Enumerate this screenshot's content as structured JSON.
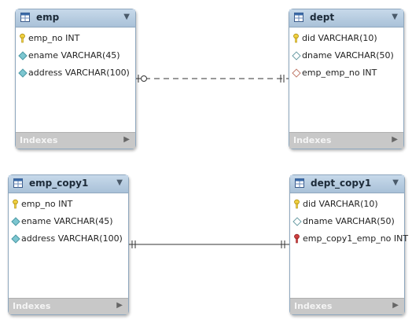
{
  "tables": [
    {
      "name": "emp",
      "footer": "Indexes",
      "columns": [
        {
          "text": "emp_no INT",
          "icon": "primary-key-icon"
        },
        {
          "text": "ename VARCHAR(45)",
          "icon": "column-icon"
        },
        {
          "text": "address VARCHAR(100)",
          "icon": "column-icon"
        }
      ]
    },
    {
      "name": "dept",
      "footer": "Indexes",
      "columns": [
        {
          "text": "did VARCHAR(10)",
          "icon": "primary-key-icon"
        },
        {
          "text": "dname VARCHAR(50)",
          "icon": "nullable-column-icon"
        },
        {
          "text": "emp_emp_no INT",
          "icon": "foreign-key-column-icon"
        }
      ]
    },
    {
      "name": "emp_copy1",
      "footer": "Indexes",
      "columns": [
        {
          "text": "emp_no INT",
          "icon": "primary-key-icon"
        },
        {
          "text": "ename VARCHAR(45)",
          "icon": "column-icon"
        },
        {
          "text": "address VARCHAR(100)",
          "icon": "column-icon"
        }
      ]
    },
    {
      "name": "dept_copy1",
      "footer": "Indexes",
      "columns": [
        {
          "text": "did VARCHAR(10)",
          "icon": "primary-key-icon"
        },
        {
          "text": "dname VARCHAR(50)",
          "icon": "nullable-column-icon"
        },
        {
          "text": "emp_copy1_emp_no INT",
          "icon": "foreign-key-icon"
        }
      ]
    }
  ],
  "relationships": [
    {
      "from": "emp",
      "to": "dept",
      "style": "dashed",
      "from_end": "zero-or-one",
      "to_end": "one-and-only-one"
    },
    {
      "from": "emp_copy1",
      "to": "dept_copy1",
      "style": "solid",
      "from_end": "one-and-only-one",
      "to_end": "one-and-only-one"
    }
  ],
  "colors": {
    "header": "#b4cbe0",
    "footer": "#c8c8c8",
    "primary_key": "#f0d040",
    "foreign_key": "#d04040",
    "column": "#7cc6d0",
    "line": "#333333"
  }
}
